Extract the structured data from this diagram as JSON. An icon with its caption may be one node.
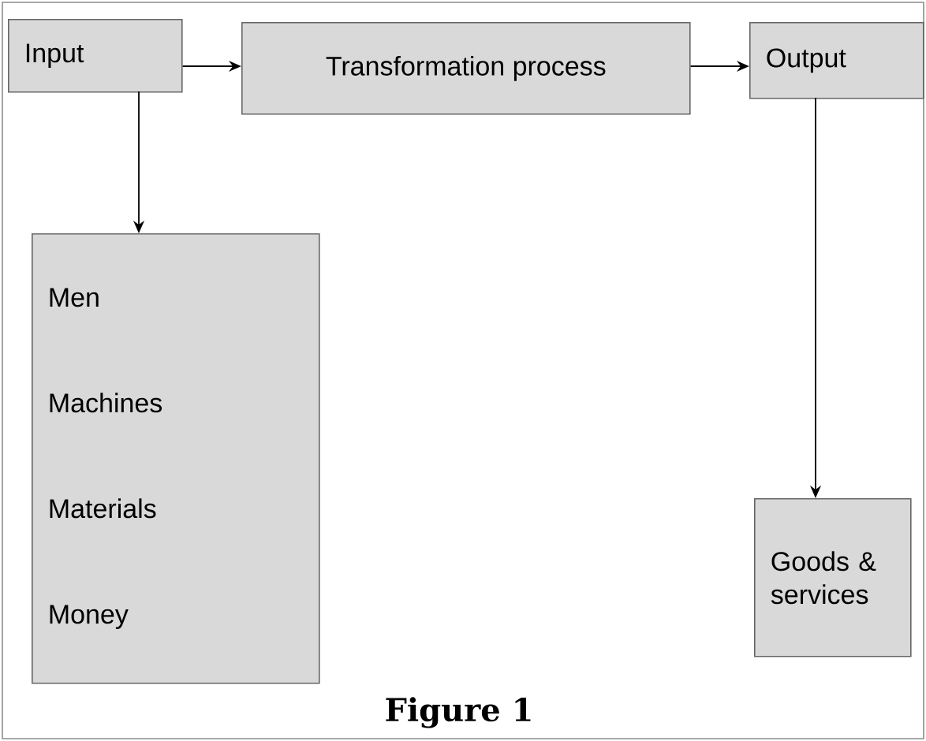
{
  "diagram": {
    "caption": "Figure 1",
    "nodes": [
      {
        "text": [
          "Input"
        ]
      },
      {
        "text": [
          "Transformation process"
        ]
      },
      {
        "text": [
          "Output"
        ]
      },
      {
        "text": [
          "Men",
          "Machines",
          "Materials",
          "Money"
        ]
      },
      {
        "text": [
          "Goods & services"
        ]
      }
    ],
    "edges": [
      {
        "from": 0,
        "to": 1,
        "arrow": "to"
      },
      {
        "from": 1,
        "to": 2,
        "arrow": "to"
      },
      {
        "from": 0,
        "to": 3,
        "arrow": "to"
      },
      {
        "from": 2,
        "to": 4,
        "arrow": "to"
      }
    ]
  }
}
